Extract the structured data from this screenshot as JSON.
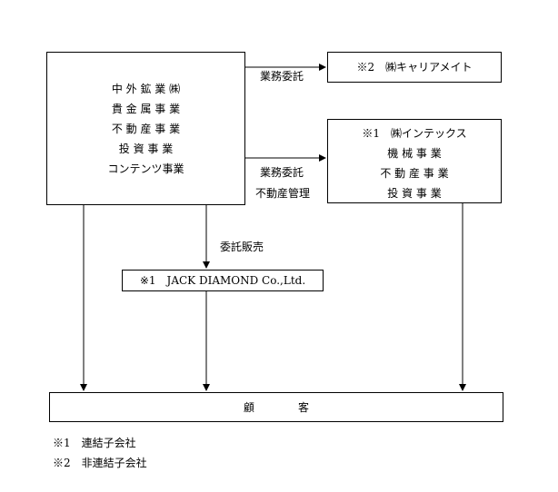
{
  "main_company": {
    "lines": [
      "中 外 鉱 業 ㈱",
      "貴 金 属 事 業",
      "不 動 産 事 業",
      "投 資 事 業",
      "コンテンツ事業"
    ]
  },
  "career_mate": {
    "text": "※2　㈱キャリアメイト"
  },
  "intex": {
    "lines": [
      "※1　㈱インテックス",
      "機 械 事 業",
      "不 動 産 事 業",
      "投 資 事 業"
    ]
  },
  "jack_diamond": {
    "text": "※1　JACK DIAMOND Co.,Ltd."
  },
  "customer": {
    "text": "顧　　　　客"
  },
  "edge_labels": {
    "gyomu_itaku_top": "業務委託",
    "gyomu_itaku_mid": "業務委託",
    "fudosan_kanri": "不動産管理",
    "itaku_hanbai": "委託販売"
  },
  "notes": [
    "※1　連結子会社",
    "※2　非連結子会社"
  ]
}
